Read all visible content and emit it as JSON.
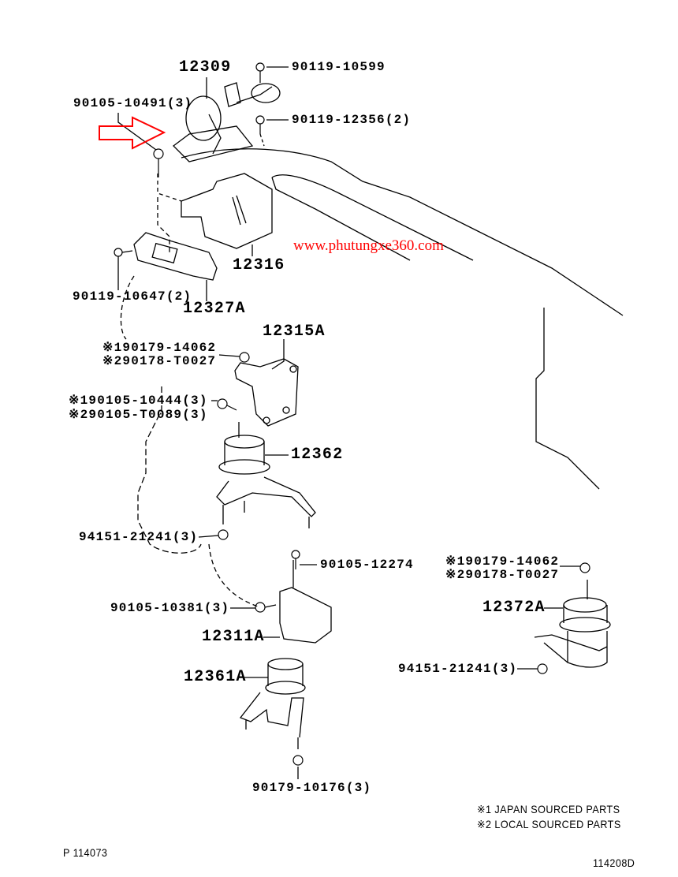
{
  "watermark": "www.phutungxe360.com",
  "arrow_color": "#ff0000",
  "parts": {
    "p12309": "12309",
    "p90119_10599": "90119-10599",
    "p90105_10491": "90105-10491(3)",
    "p90119_12356": "90119-12356(2)",
    "p12316": "12316",
    "p90119_10647": "90119-10647(2)",
    "p12327A": "12327A",
    "p12315A": "12315A",
    "n1a": "※190179-14062",
    "n1b": "※290178-T0027",
    "b1a": "※190105-10444(3)",
    "b1b": "※290105-T0089(3)",
    "p12362": "12362",
    "p94151_a": "94151-21241(3)",
    "p90105_12274": "90105-12274",
    "n2a": "※190179-14062",
    "n2b": "※290178-T0027",
    "p90105_10381": "90105-10381(3)",
    "p12372A": "12372A",
    "p12311A": "12311A",
    "p94151_b": "94151-21241(3)",
    "p12361A": "12361A",
    "p90179_10176": "90179-10176(3)"
  },
  "footnotes": [
    "※1  JAPAN SOURCED PARTS",
    "※2  LOCAL SOURCED PARTS"
  ],
  "page_code": "P  114073",
  "figure_code": "114208D"
}
